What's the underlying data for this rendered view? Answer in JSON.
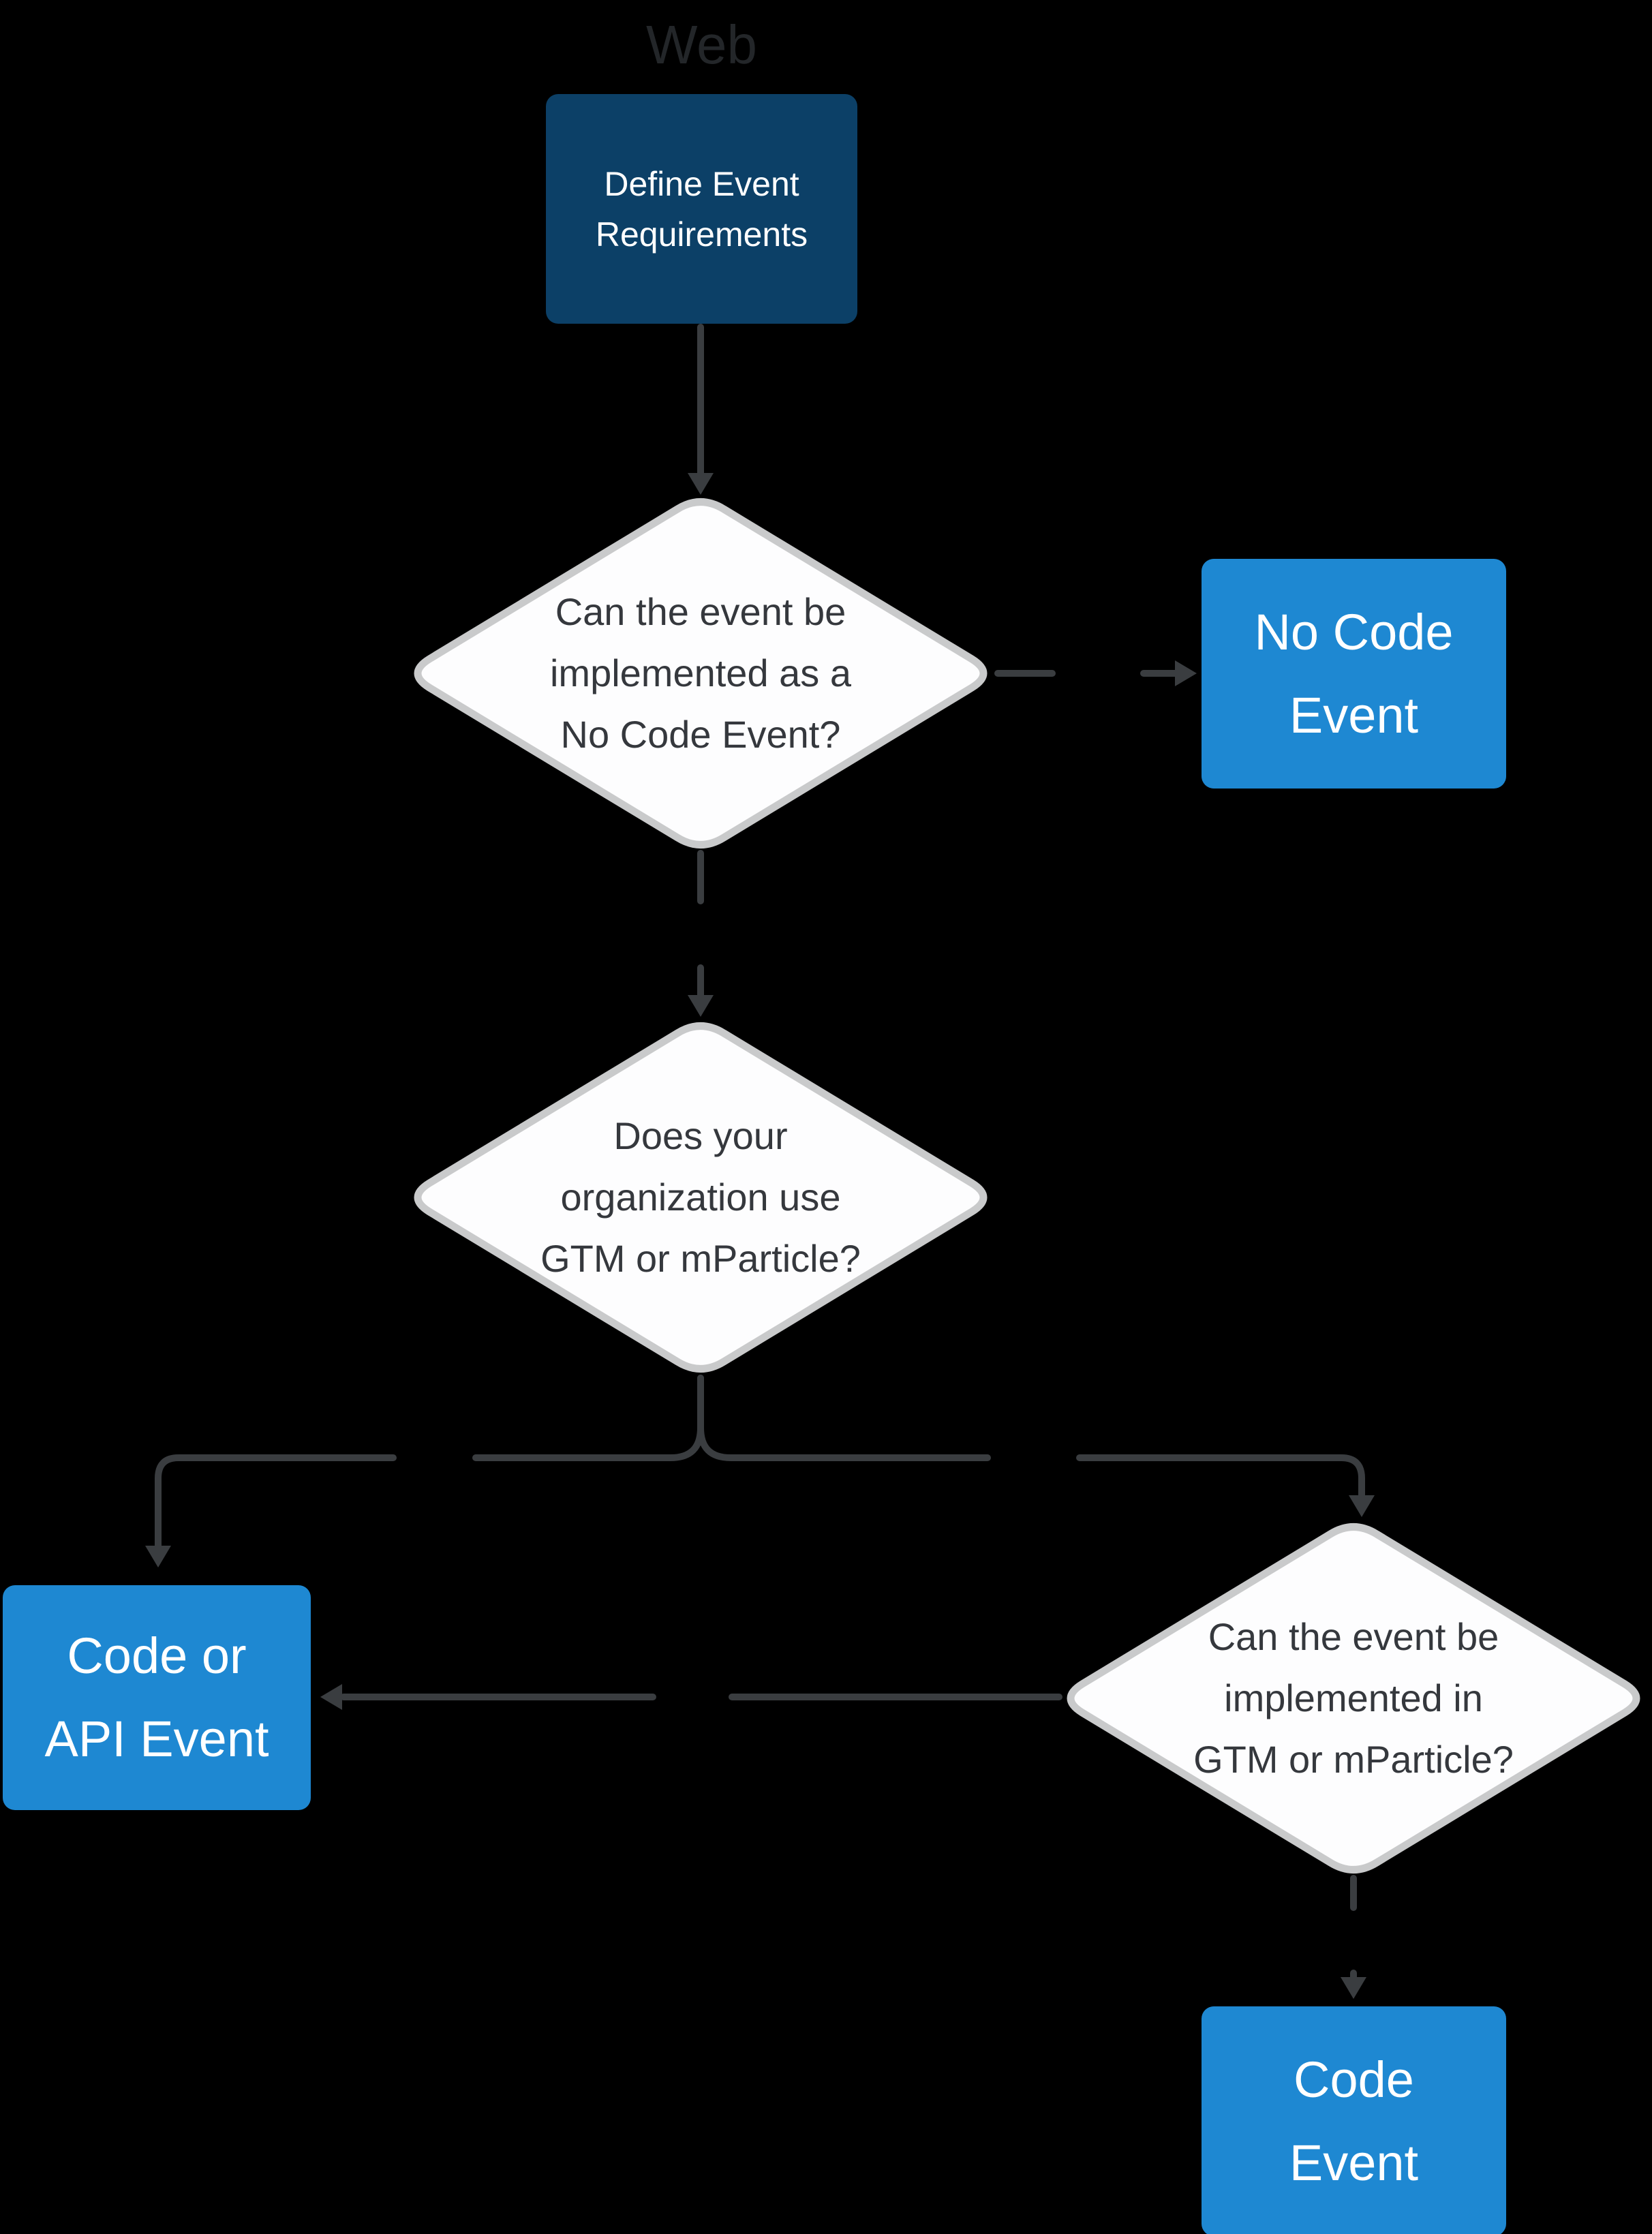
{
  "title": {
    "text": "Web"
  },
  "colors": {
    "bg": "#000000",
    "navy": "#0c4067",
    "blue": "#1e88d2",
    "diamond_fill": "#fdfdfe",
    "diamond_border": "#c9cacb",
    "diamond_text": "#35383d",
    "connector": "#3a3d40",
    "title_color": "#232629",
    "box_text": "#ffffff"
  },
  "nodes": {
    "define": {
      "type": "process",
      "lines": [
        "Define Event",
        "Requirements"
      ]
    },
    "decision_no_code": {
      "type": "decision",
      "lines": [
        "Can the event be",
        "implemented as a",
        "No Code Event?"
      ]
    },
    "no_code_event": {
      "type": "result",
      "lines": [
        "No Code",
        "Event"
      ]
    },
    "decision_org": {
      "type": "decision",
      "lines": [
        "Does your",
        "organization use",
        "GTM or mParticle?"
      ]
    },
    "code_or_api": {
      "type": "result",
      "lines": [
        "Code or",
        "API Event"
      ]
    },
    "decision_gtm": {
      "type": "decision",
      "lines": [
        "Can the event be",
        "implemented in",
        "GTM or mParticle?"
      ]
    },
    "code_event": {
      "type": "result",
      "lines": [
        "Code",
        "Event"
      ]
    }
  },
  "edges": [
    {
      "from": "define",
      "to": "decision_no_code"
    },
    {
      "from": "decision_no_code",
      "to": "no_code_event"
    },
    {
      "from": "decision_no_code",
      "to": "decision_org"
    },
    {
      "from": "decision_org",
      "to": "code_or_api"
    },
    {
      "from": "decision_org",
      "to": "decision_gtm"
    },
    {
      "from": "decision_gtm",
      "to": "code_or_api"
    },
    {
      "from": "decision_gtm",
      "to": "code_event"
    }
  ]
}
